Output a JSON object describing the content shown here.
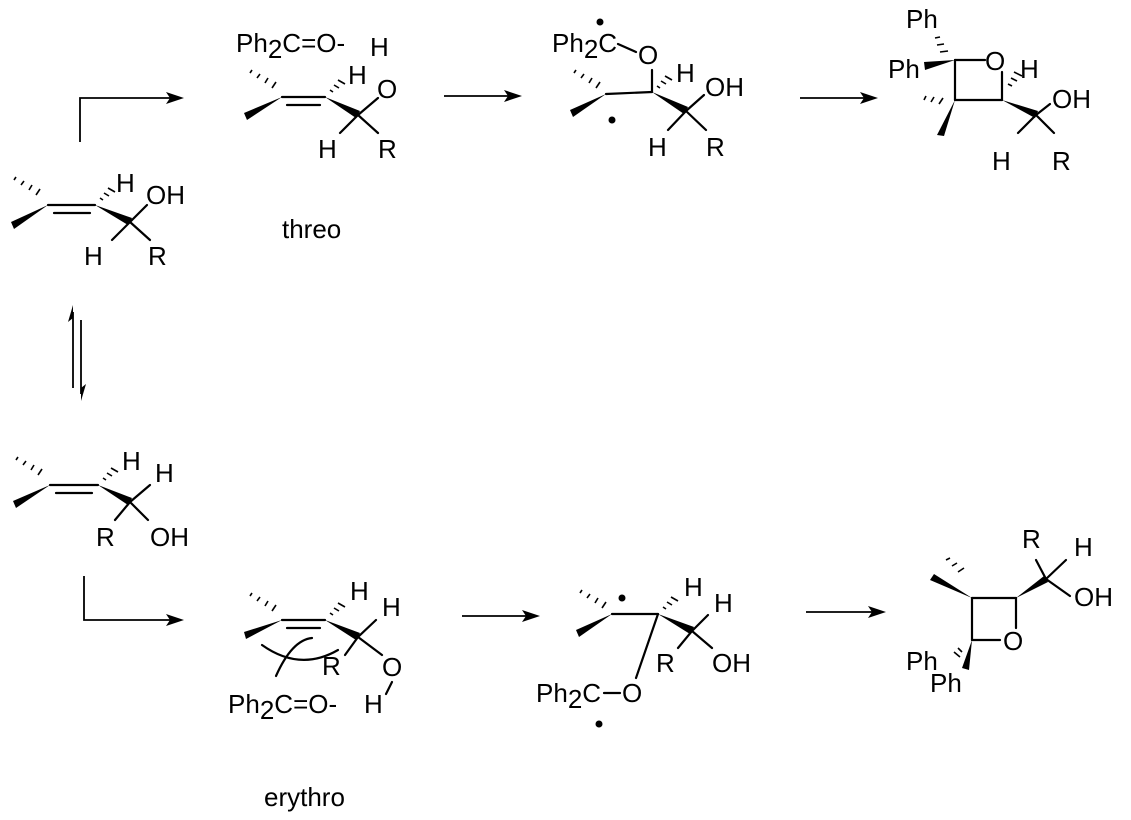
{
  "labels": {
    "ph2c": "Ph",
    "sub2": "2",
    "c": "C",
    "eq_o": "=O",
    "dash": "-",
    "o": "O",
    "oh": "OH",
    "h": "H",
    "r": "R",
    "ph": "Ph"
  },
  "captions": {
    "threo": "threo",
    "erythro": "erythro"
  },
  "colors": {
    "ink": "#000000",
    "background": "#ffffff"
  }
}
